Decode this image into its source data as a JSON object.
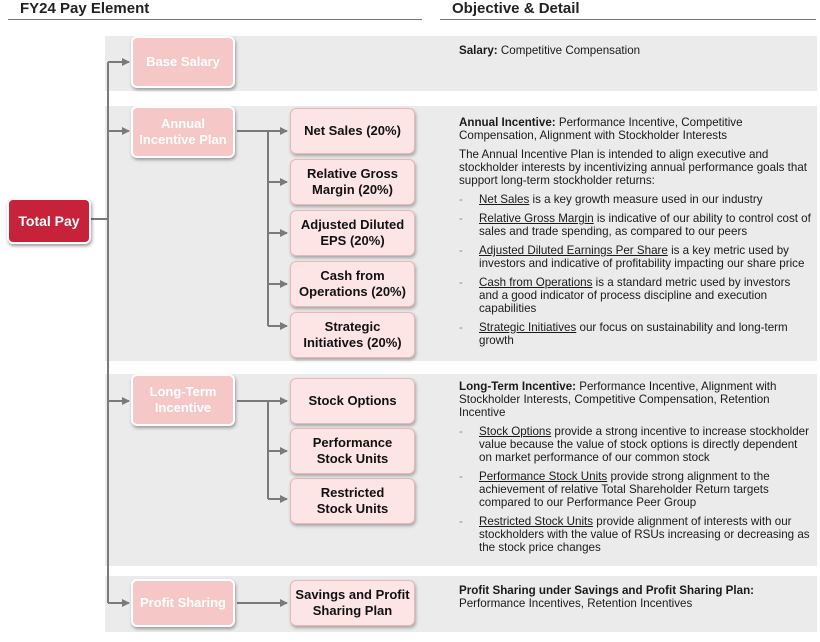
{
  "headers": {
    "left": "FY24 Pay Element",
    "right": "Objective & Detail"
  },
  "root": {
    "label": "Total Pay"
  },
  "elements": {
    "base_salary": "Base Salary",
    "annual_incentive": "Annual Incentive Plan",
    "long_term": "Long-Term Incentive",
    "profit_sharing": "Profit Sharing"
  },
  "metrics": {
    "net_sales": "Net Sales (20%)",
    "gross_margin": "Relative Gross Margin (20%)",
    "adj_eps": "Adjusted Diluted EPS (20%)",
    "cash_ops": "Cash from Operations (20%)",
    "strategic": "Strategic Initiatives (20%)",
    "stock_options": "Stock Options",
    "psu": "Performance Stock Units",
    "rsu": "Restricted Stock Units",
    "savings": "Savings and Profit Sharing Plan"
  },
  "details": {
    "salary": {
      "bold": "Salary:",
      "text": " Competitive Compensation"
    },
    "annual": {
      "bold": "Annual Incentive:",
      "text": " Performance Incentive, Competitive Compensation, Alignment with Stockholder Interests",
      "intro": "The Annual Incentive Plan is intended to align executive and stockholder interests by incentivizing annual performance goals that support long-term stockholder returns:",
      "items": [
        {
          "term": "Net Sales",
          "text": " is a key growth measure used in our industry"
        },
        {
          "term": "Relative Gross Margin",
          "text": " is indicative of our ability to control cost of sales and trade spending, as compared to our peers"
        },
        {
          "term": "Adjusted Diluted Earnings Per Share",
          "text": " is a key metric used by investors and indicative of profitability impacting our share price"
        },
        {
          "term": "Cash from Operations",
          "text": " is a standard metric used by investors and a good indicator of process discipline and execution capabilities"
        },
        {
          "term": "Strategic Initiatives",
          "text": " our focus on sustainability and long-term growth"
        }
      ]
    },
    "long_term": {
      "bold": "Long-Term Incentive:",
      "text": " Performance Incentive, Alignment with Stockholder Interests, Competitive Compensation, Retention Incentive",
      "items": [
        {
          "term": "Stock Options",
          "text": " provide a strong incentive to increase stockholder value because the value of stock options is directly dependent on market performance of our common stock"
        },
        {
          "term": "Performance Stock Units",
          "text": " provide strong alignment to the achievement of relative Total Shareholder Return targets compared to our Performance Peer Group"
        },
        {
          "term": "Restricted Stock Units",
          "text": " provide alignment of interests with our stockholders with the value of RSUs increasing or decreasing as the stock price changes"
        }
      ]
    },
    "profit": {
      "bold": "Profit Sharing under Savings and Profit Sharing Plan:",
      "text": " Performance Incentives, Retention Incentives"
    }
  },
  "colors": {
    "root": "#c8213a",
    "level1": "#f5c7c7",
    "level2": "#fde5e5",
    "band": "#ebebeb",
    "connector": "#7a7a7a"
  }
}
